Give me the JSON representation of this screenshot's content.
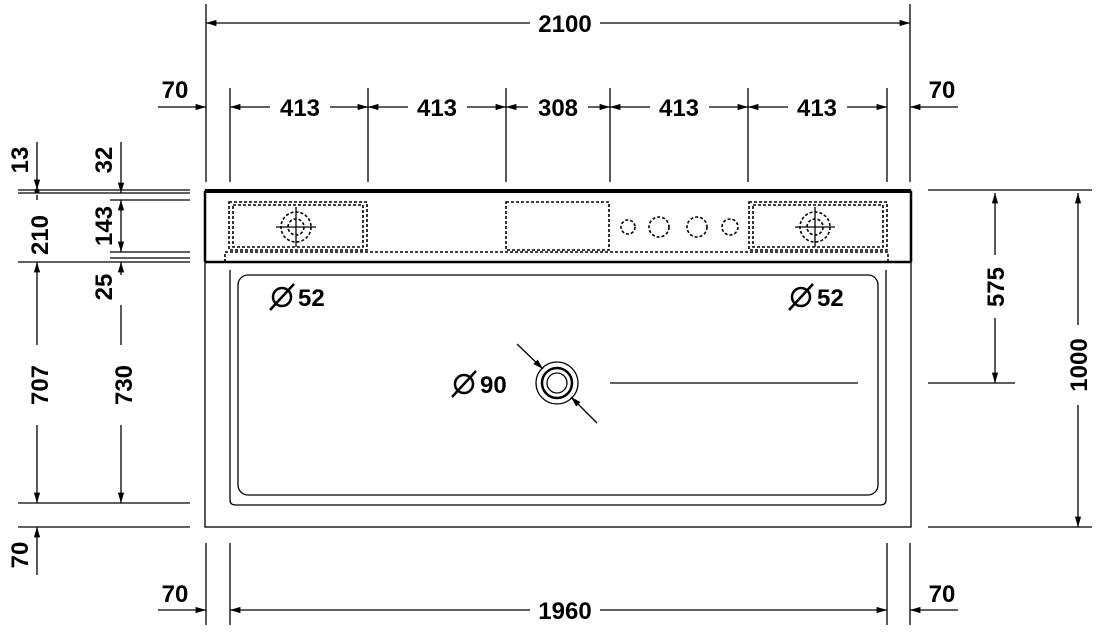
{
  "drawing": {
    "overall_width": "2100",
    "inner_width": "1960",
    "left_margin_top": "70",
    "right_margin_top": "70",
    "left_margin_bottom": "70",
    "right_margin_bottom": "70",
    "top_segments": [
      "413",
      "413",
      "308",
      "413",
      "413"
    ],
    "left_dims": {
      "d13": "13",
      "d32": "32",
      "d210": "210",
      "d143": "143",
      "d25": "25",
      "d707": "707",
      "d730": "730",
      "d70": "70"
    },
    "right_dims": {
      "d575": "575",
      "d1000": "1000"
    },
    "diameters": {
      "tap_left": "52",
      "tap_right": "52",
      "drain": "90"
    }
  }
}
